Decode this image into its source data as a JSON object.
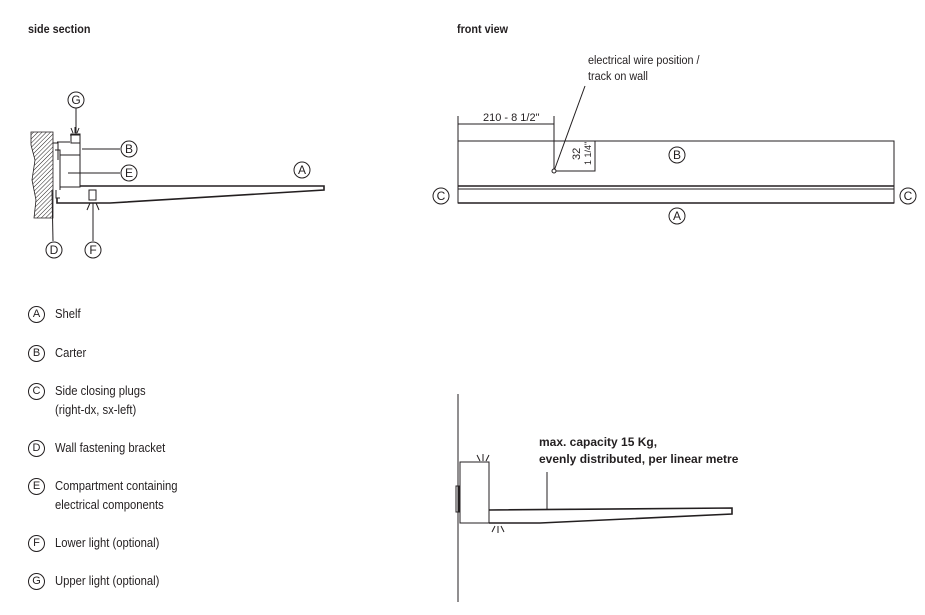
{
  "headings": {
    "side_section": "side section",
    "front_view": "front view"
  },
  "callouts": {
    "A": "A",
    "B": "B",
    "C": "C",
    "D": "D",
    "E": "E",
    "F": "F",
    "G": "G"
  },
  "front_view": {
    "dimension_label": "210 - 8 1/2\"",
    "height_mm": "32",
    "height_in": "1 1/4\"",
    "wire_note_line1": "electrical wire position /",
    "wire_note_line2": "track on wall"
  },
  "capacity_note": {
    "line1": "max. capacity 15 Kg,",
    "line2": "evenly distributed, per linear metre"
  },
  "legend": [
    {
      "key": "A",
      "lines": [
        "Shelf"
      ]
    },
    {
      "key": "B",
      "lines": [
        "Carter"
      ]
    },
    {
      "key": "C",
      "lines": [
        "Side closing plugs",
        "(right-dx, sx-left)"
      ]
    },
    {
      "key": "D",
      "lines": [
        "Wall fastening bracket"
      ]
    },
    {
      "key": "E",
      "lines": [
        "Compartment containing",
        "electrical components"
      ]
    },
    {
      "key": "F",
      "lines": [
        "Lower light (optional)"
      ]
    },
    {
      "key": "G",
      "lines": [
        "Upper light (optional)"
      ]
    }
  ]
}
